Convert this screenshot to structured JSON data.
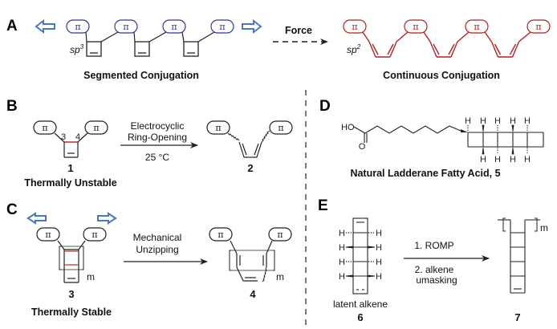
{
  "colors": {
    "blue": "#2b3a9e",
    "blue_arrow": "#4a78c0",
    "red": "#b22222",
    "black": "#222222"
  },
  "panels": {
    "A": {
      "label": "A",
      "left_caption": "Segmented Conjugation",
      "right_caption": "Continuous Conjugation",
      "sp3_label": "sp",
      "sp3_sup": "3",
      "sp2_label": "sp",
      "sp2_sup": "2",
      "force_label": "Force",
      "pi_symbol": "π"
    },
    "B": {
      "label": "B",
      "reagent_line1": "Electrocyclic",
      "reagent_line2": "Ring-Opening",
      "condition": "25 °C",
      "reactant_number": "1",
      "product_number": "2",
      "atom3": "3",
      "atom4": "4",
      "reactant_caption": "Thermally Unstable",
      "pi_symbol": "π"
    },
    "C": {
      "label": "C",
      "reagent_line1": "Mechanical",
      "reagent_line2": "Unzipping",
      "reactant_number": "3",
      "product_number": "4",
      "repeat_label": "m",
      "reactant_caption": "Thermally Stable",
      "pi_symbol": "π"
    },
    "D": {
      "label": "D",
      "ho_label": "HO",
      "o_label": "O",
      "h_label": "H",
      "caption": "Natural Ladderane Fatty Acid, 5"
    },
    "E": {
      "label": "E",
      "h_label": "H",
      "reagent_line1": "1. ROMP",
      "reagent_line2": "2. alkene",
      "reagent_line3": "umasking",
      "reactant_caption": "latent alkene",
      "reactant_number": "6",
      "product_number": "7",
      "repeat_label": "m"
    }
  }
}
